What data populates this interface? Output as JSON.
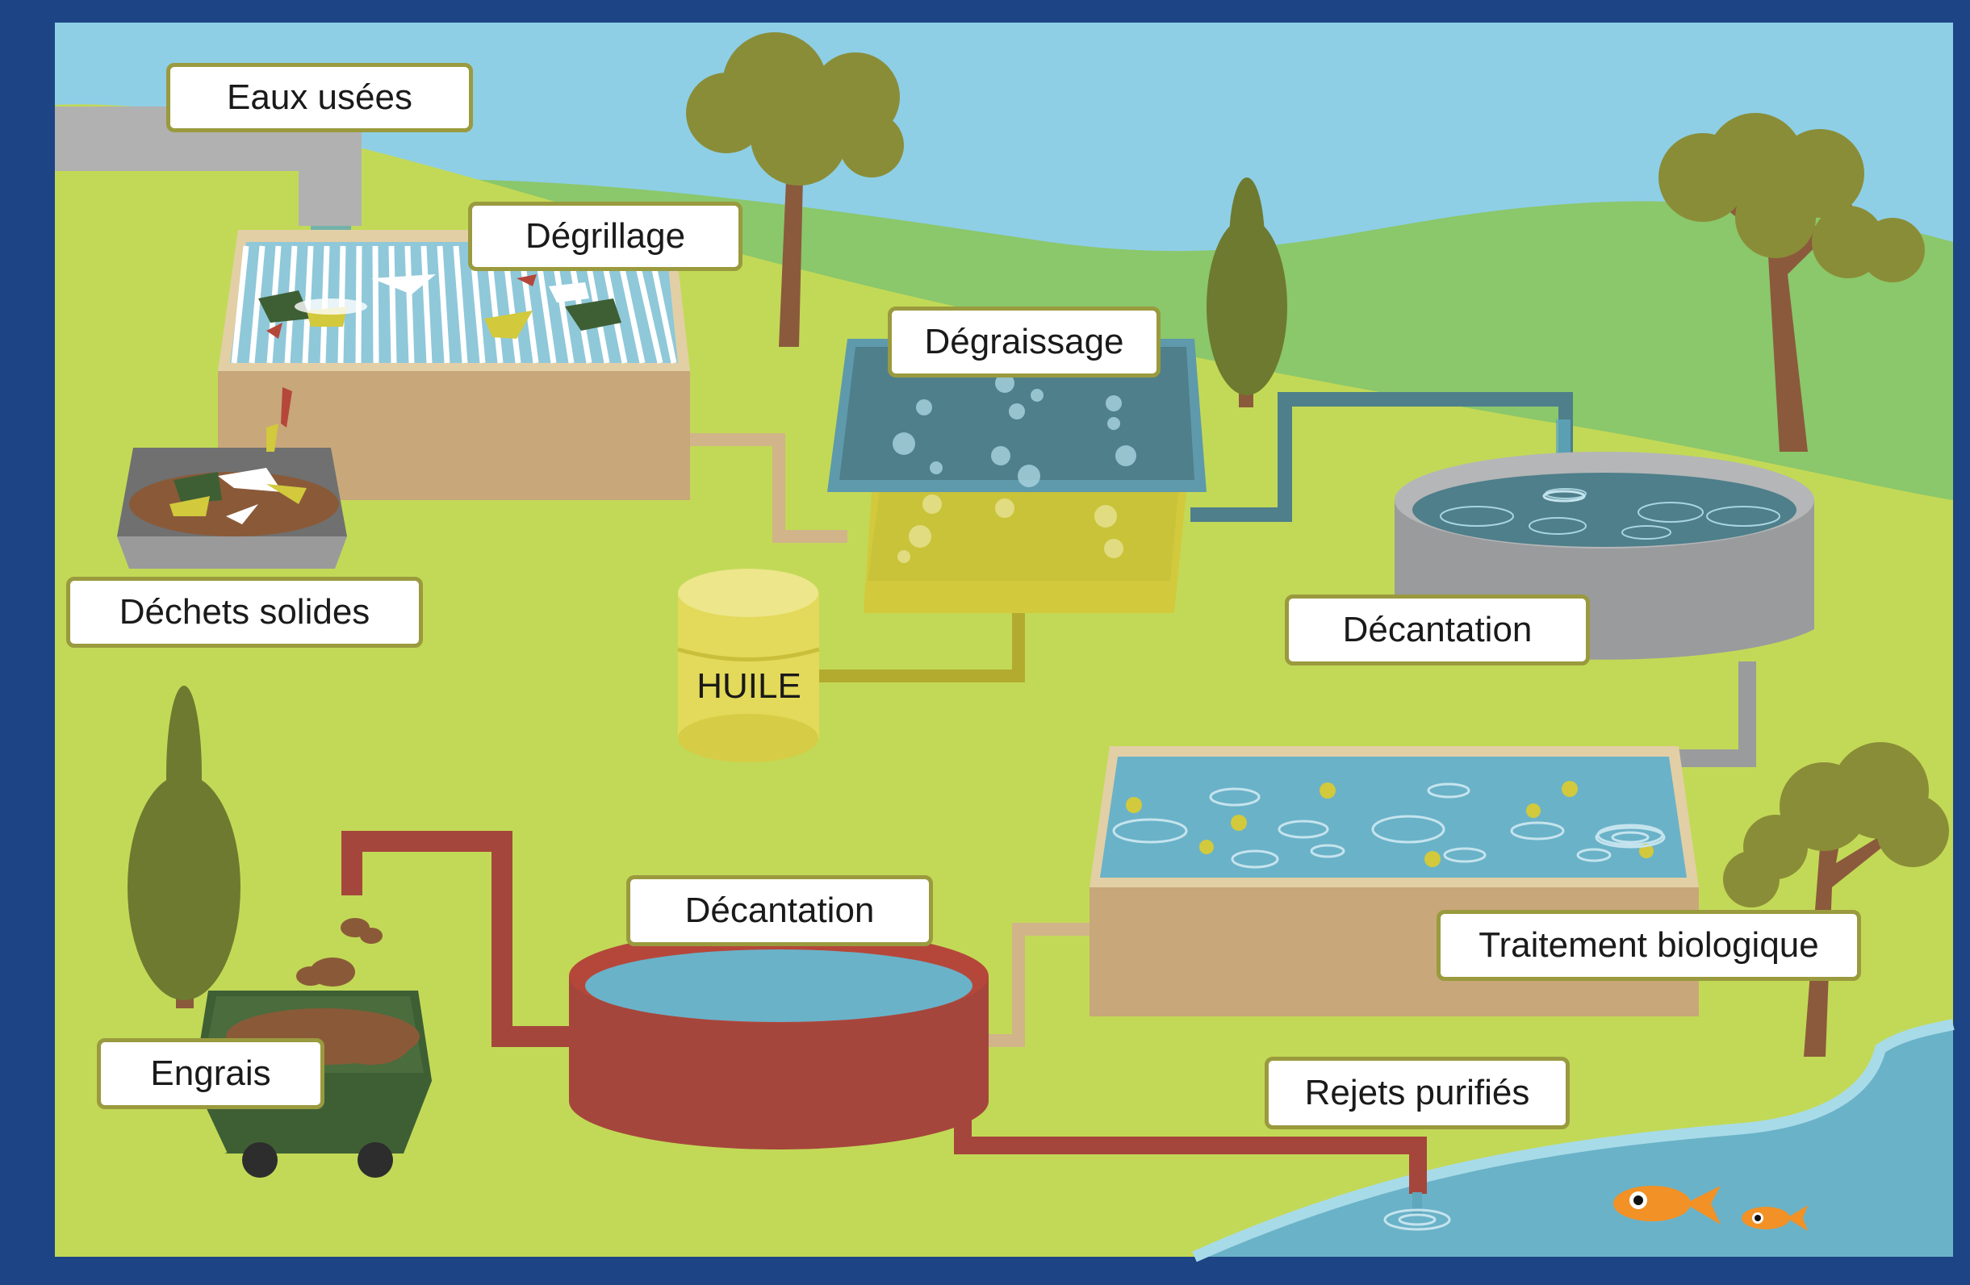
{
  "labels": {
    "eaux_usees": "Eaux usées",
    "degrillage": "Dégrillage",
    "dechets_solides": "Déchets solides",
    "degraissage": "Dégraissage",
    "huile": "HUILE",
    "decantation_primaire": "Décantation",
    "traitement_biologique": "Traitement biologique",
    "decantation_secondaire": "Décantation",
    "engrais": "Engrais",
    "rejets_purifies": "Rejets purifiés"
  },
  "colors": {
    "frame": "#1d4585",
    "sky": "#8ecfe6",
    "hills": "#8bc76b",
    "grass": "#c2d957",
    "tank_tan": "#c8a77a",
    "grease_tank": "#4e7f8a",
    "oil_yellow": "#d2c93c",
    "primary_settler": "#9a9b9d",
    "sludge_red": "#a5463c",
    "water_blue": "#6ab2c8",
    "fish_orange": "#f29125",
    "tree_foliage": "#8a8d37",
    "tree_trunk": "#8b5a3c",
    "label_border": "#9a9a3e"
  }
}
